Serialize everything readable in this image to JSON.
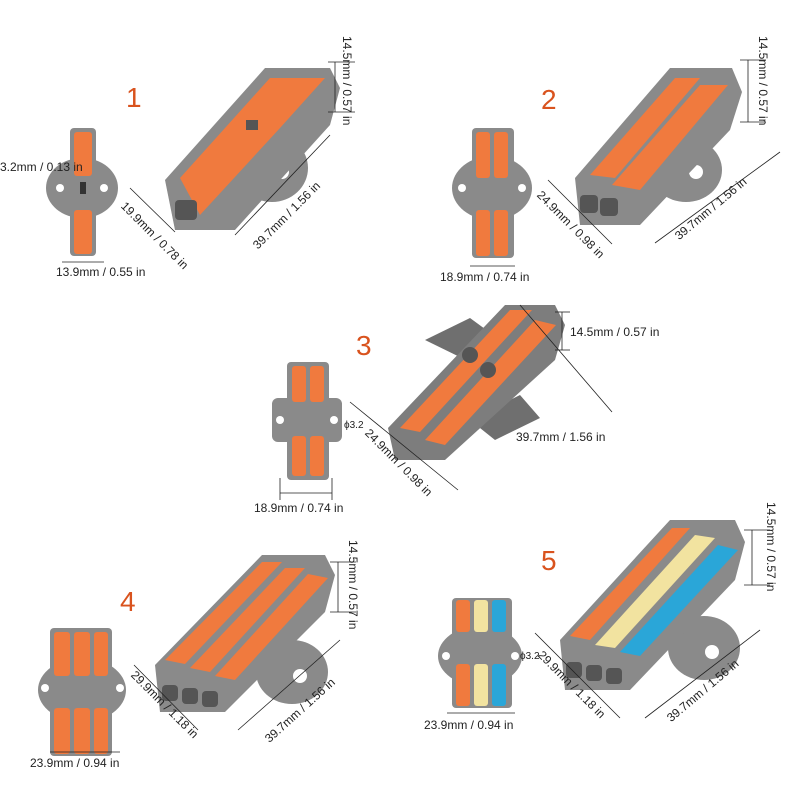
{
  "colors": {
    "orange": "#f07a3e",
    "gray": "#8a8a8a",
    "gray_dark": "#6f6f6f",
    "yellow": "#f2e3a0",
    "blue": "#2aa6d8",
    "label_accent": "#d9531e"
  },
  "variants": [
    {
      "number": "1",
      "width_label": "19.9mm / 0.78 in",
      "length_label": "39.7mm / 1.56 in",
      "height_label": "14.5mm / 0.57 in",
      "front_width_label": "13.9mm / 0.55 in",
      "hole_label": "3.2mm  / 0.13 in",
      "levers": [
        "orange"
      ]
    },
    {
      "number": "2",
      "width_label": "24.9mm / 0.98 in",
      "length_label": "39.7mm / 1.56 in",
      "height_label": "14.5mm / 0.57 in",
      "front_width_label": "18.9mm / 0.74 in",
      "levers": [
        "orange",
        "orange"
      ]
    },
    {
      "number": "3",
      "width_label": "24.9mm / 0.98 in",
      "length_label": "39.7mm / 1.56 in",
      "height_label": "14.5mm / 0.57 in",
      "front_width_label": "18.9mm / 0.74 in",
      "hole_label": "ϕ3.2",
      "levers": [
        "orange",
        "orange"
      ]
    },
    {
      "number": "4",
      "width_label": "29.9mm / 1.18 in",
      "length_label": "39.7mm / 1.56 in",
      "height_label": "14.5mm / 0.57 in",
      "front_width_label": "23.9mm / 0.94 in",
      "levers": [
        "orange",
        "orange",
        "orange"
      ]
    },
    {
      "number": "5",
      "width_label": "29.9mm / 1.18 in",
      "length_label": "39.7mm / 1.56 in",
      "height_label": "14.5mm / 0.57 in",
      "front_width_label": "23.9mm / 0.94 in",
      "hole_label": "ϕ3.2",
      "levers": [
        "orange",
        "yellow",
        "blue"
      ]
    }
  ]
}
